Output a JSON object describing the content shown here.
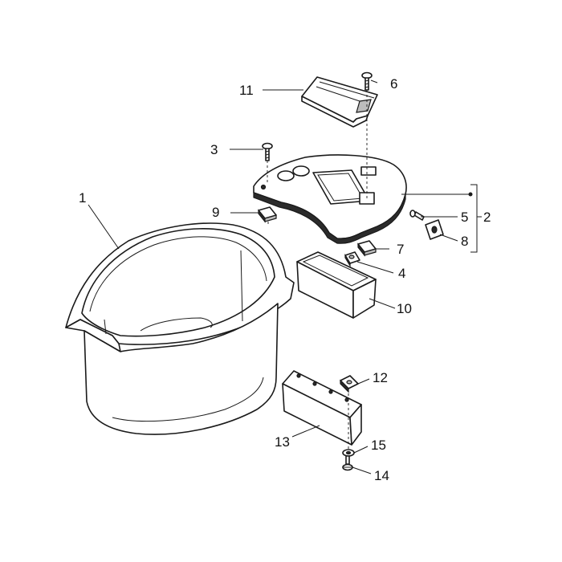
{
  "callouts": {
    "c1": "1",
    "c2": "2",
    "c3": "3",
    "c4": "4",
    "c5": "5",
    "c6": "6",
    "c7": "7",
    "c8": "8",
    "c9": "9",
    "c10": "10",
    "c11": "11",
    "c12": "12",
    "c13": "13",
    "c14": "14",
    "c15": "15"
  },
  "colors": {
    "line": "#1a1a1a",
    "background": "#ffffff",
    "dark_fill": "#2b2b2b",
    "gray_fill": "#bdbdbd"
  }
}
